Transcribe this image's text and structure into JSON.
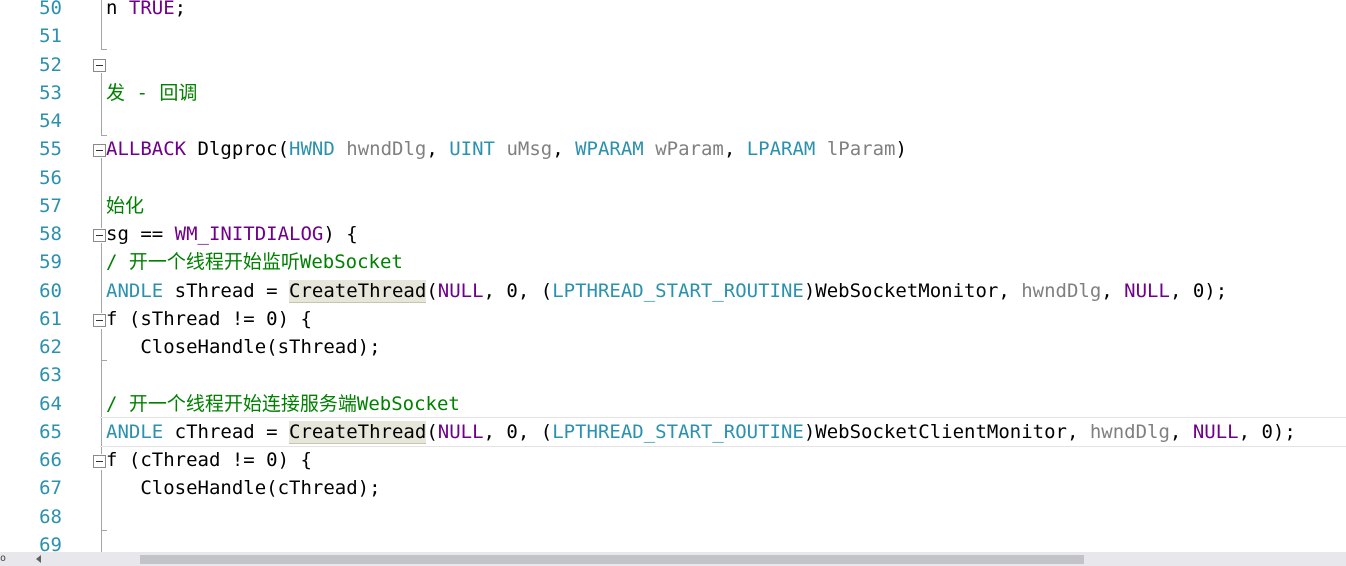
{
  "editor": {
    "line_numbers": [
      "50",
      "51",
      "52",
      "53",
      "54",
      "55",
      "56",
      "57",
      "58",
      "59",
      "60",
      "61",
      "62",
      "63",
      "64",
      "65",
      "66",
      "67",
      "68",
      "69"
    ],
    "lines": {
      "l50": {
        "a": "n ",
        "b": "TRUE",
        "c": ";"
      },
      "l53": {
        "text": "发 - 回调"
      },
      "l55": {
        "a": "ALLBACK ",
        "b": "Dlgproc(",
        "c": "HWND",
        "d": " ",
        "e": "hwndDlg",
        "f": ", ",
        "g": "UINT",
        "h": " ",
        "i": "uMsg",
        "j": ", ",
        "k": "WPARAM",
        "l": " ",
        "m": "wParam",
        "n": ", ",
        "o": "LPARAM",
        "p": " ",
        "q": "lParam",
        "r": ")"
      },
      "l57": {
        "text": "始化"
      },
      "l58": {
        "a": "sg == ",
        "b": "WM_INITDIALOG",
        "c": ") {"
      },
      "l59": {
        "text": "/ 开一个线程开始监听WebSocket"
      },
      "l60": {
        "a": "ANDLE",
        "b": " sThread = ",
        "c": "CreateThread",
        "d": "(",
        "e": "NULL",
        "f": ", 0, (",
        "g": "LPTHREAD_START_ROUTINE",
        "h": ")WebSocketMonitor, ",
        "i": "hwndDlg",
        "j": ", ",
        "k": "NULL",
        "l": ", 0);"
      },
      "l61": {
        "text": "f (sThread != 0) {"
      },
      "l62": {
        "text": "   CloseHandle(sThread);"
      },
      "l64": {
        "text": "/ 开一个线程开始连接服务端WebSocket"
      },
      "l65": {
        "a": "ANDLE",
        "b": " cThread = ",
        "c": "CreateThread",
        "d": "(",
        "e": "NULL",
        "f": ", 0, (",
        "g": "LPTHREAD_START_ROUTINE",
        "h": ")WebSocketClientMonitor, ",
        "i": "hwndDlg",
        "j": ", ",
        "k": "NULL",
        "l": ", 0);"
      },
      "l66": {
        "text": "f (cThread != 0) {"
      },
      "l67": {
        "text": "   CloseHandle(cThread);"
      }
    }
  },
  "scrollbar": {
    "zoom_label": "o"
  },
  "icons": {
    "fold": "collapse-box-icon",
    "scroll_left": "chevron-left-icon"
  },
  "colors": {
    "line_number": "#2b91af",
    "comment": "#008000",
    "type": "#2b91af",
    "macro": "#6f008a",
    "parameter": "#808080"
  }
}
